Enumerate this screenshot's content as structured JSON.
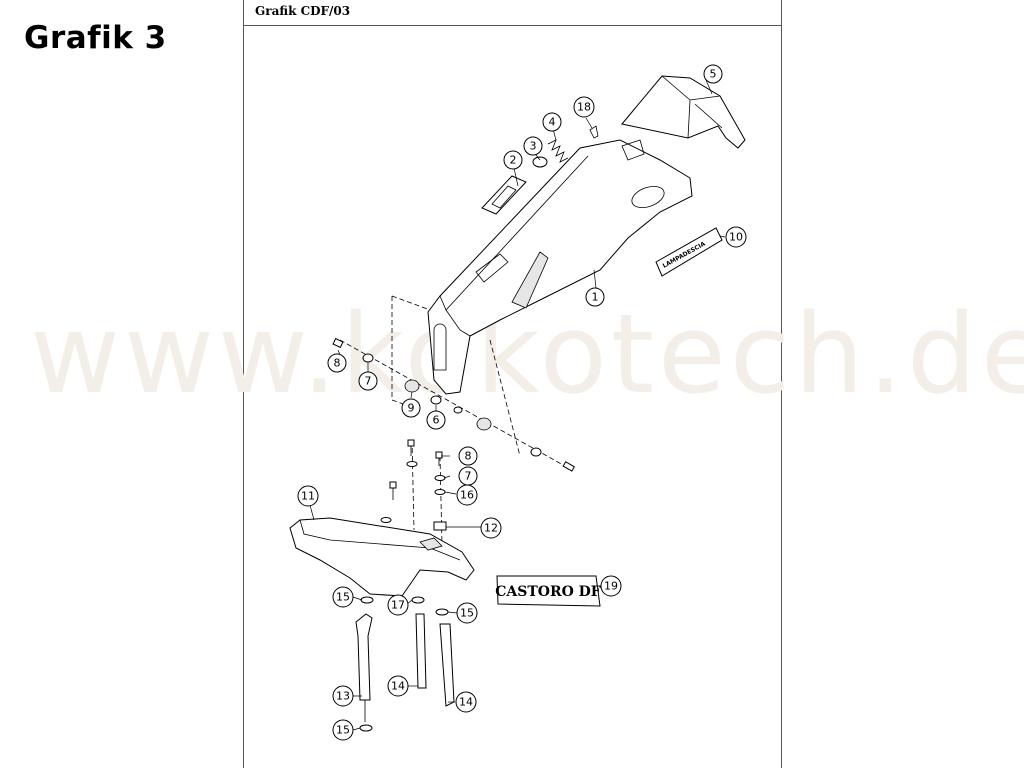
{
  "page_label": "Grafik 3",
  "drawing_title": "Grafik CDF/03",
  "watermark": "www.kokotech.de",
  "decal_lamp_text": "LAMPADESCIA",
  "decal_castoro_text": "CASTORO DF",
  "callouts": [
    {
      "label": "1"
    },
    {
      "label": "2"
    },
    {
      "label": "3"
    },
    {
      "label": "4"
    },
    {
      "label": "5"
    },
    {
      "label": "6"
    },
    {
      "label": "7"
    },
    {
      "label": "7"
    },
    {
      "label": "8"
    },
    {
      "label": "8"
    },
    {
      "label": "9"
    },
    {
      "label": "10"
    },
    {
      "label": "11"
    },
    {
      "label": "12"
    },
    {
      "label": "13"
    },
    {
      "label": "14"
    },
    {
      "label": "14"
    },
    {
      "label": "15"
    },
    {
      "label": "15"
    },
    {
      "label": "15"
    },
    {
      "label": "16"
    },
    {
      "label": "17"
    },
    {
      "label": "18"
    },
    {
      "label": "19"
    }
  ]
}
